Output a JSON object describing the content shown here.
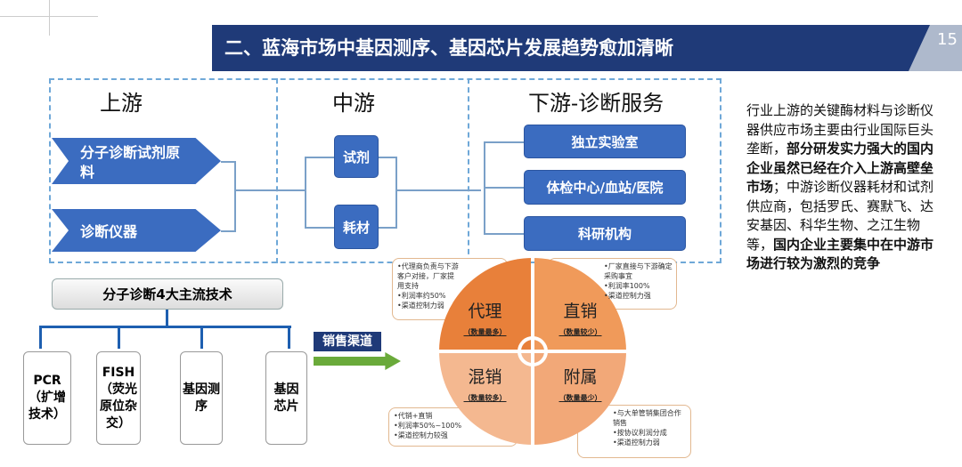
{
  "title": "二、蓝海市场中基因测序、基因芯片发展趋势愈加清晰",
  "page_number": "15",
  "upstream": {
    "heading": "上游",
    "items": [
      "分子诊断试剂原料",
      "诊断仪器"
    ]
  },
  "midstream": {
    "heading": "中游",
    "items": [
      "试剂",
      "耗材"
    ]
  },
  "downstream": {
    "heading": "下游-诊断服务",
    "items": [
      "独立实验室",
      "体检中心/血站/医院",
      "科研机构"
    ]
  },
  "description": {
    "p1": "行业上游的关键酶材料与诊断仪器供应市场主要由行业国际巨头垄断，",
    "b1": "部分研发实力强大的国内企业虽然已经在介入上游高壁垒市场",
    "p2": "；中游诊断仪器耗材和试剂供应商，包括罗氏、赛默飞、达安基因、科华生物、之江生物等，",
    "b2": "国内企业主要集中在中游市场进行较为激烈的竞争"
  },
  "tech": {
    "title": "分子诊断4大主流技术",
    "items": [
      "PCR（扩增技术）",
      "FISH（荧光原位杂交）",
      "基因测序",
      "基因芯片"
    ]
  },
  "sales": {
    "label": "销售渠道",
    "quadrants": [
      {
        "name": "代理",
        "note": "（数量最多）"
      },
      {
        "name": "直销",
        "note": "（数量较少）"
      },
      {
        "name": "混销",
        "note": "（数量较多）"
      },
      {
        "name": "附属",
        "note": "（数量最少）"
      }
    ],
    "callouts": [
      [
        "•代理商负责与下游客户对接，厂家提用支持",
        "•利润率约50%",
        "•渠道控制力弱"
      ],
      [
        "•厂家直接与下游确定采购事宜",
        "•利润率100%",
        "•渠道控制力强"
      ],
      [
        "•代销+直销",
        "•利润率50%~100%",
        "•渠道控制力较强"
      ],
      [
        "•与大单管销集团合作销售",
        "•按协议利润分成",
        "•渠道控制力弱"
      ]
    ]
  },
  "colors": {
    "navy": "#1f3a78",
    "blue": "#3b6cc0",
    "orange": "#e8803a"
  }
}
